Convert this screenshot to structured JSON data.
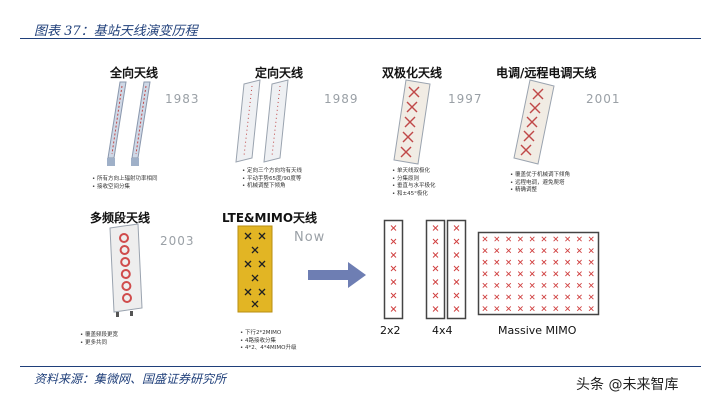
{
  "header": {
    "title": "图表 37：基站天线演变历程"
  },
  "source": "资料来源：集微网、国盛证券研究所",
  "watermark": "头条 @未来智库",
  "panels": [
    {
      "label": "全向天线",
      "year": "1983",
      "bullets": [
        "所有方向上辐射功率相同",
        "接收空间分集"
      ]
    },
    {
      "label": "定向天线",
      "year": "1989",
      "bullets": [
        "定向三个方向均有天线",
        "平动手势65度/90度等",
        "机械调整下倾角"
      ]
    },
    {
      "label": "双极化天线",
      "year": "1997",
      "bullets": [
        "单天线双极化",
        "分集原则",
        "垂直与水平极化",
        "和±45°极化"
      ]
    },
    {
      "label": "电调/远程电调天线",
      "year": "2001",
      "bullets": [
        "覆盖优于机械调下倾角",
        "远程电调，避免爬塔",
        "精确调整"
      ]
    },
    {
      "label": "多频段天线",
      "year": "2003",
      "bullets": [
        "覆盖频段更宽",
        "更多共同"
      ]
    },
    {
      "label": "LTE&MIMO天线",
      "year": "Now",
      "bullets": [
        "下行2*2MIMO",
        "4路接收分集",
        "4*2、4*4MIMO升级"
      ]
    }
  ],
  "arrays": [
    {
      "caption": "2x2"
    },
    {
      "caption": "4x4"
    },
    {
      "caption": "Massive MIMO"
    }
  ],
  "colors": {
    "navy": "#1f3f7a",
    "arrow": "#6e7eb3",
    "x_mark": "#d04040",
    "ltepanel": "#e2b524"
  }
}
